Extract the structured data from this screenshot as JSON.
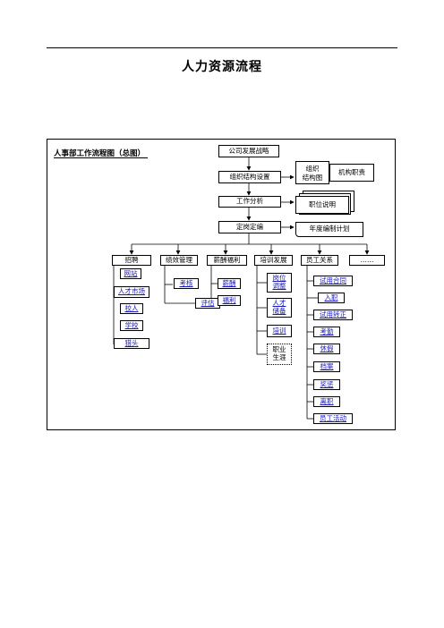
{
  "page_title": "人力资源流程",
  "diagram_title": "人事部工作流程图（总图）",
  "main_flow": {
    "strategy": "公司发展战略",
    "org_setup": "组织结构设置",
    "job_analysis": "工作分析",
    "staffing": "定岗定编"
  },
  "documents": {
    "org_chart_line1": "组织",
    "org_chart_line2": "结构图",
    "dept_duties": "机构职责",
    "job_description": "职位说明",
    "annual_plan": "年度编制计划"
  },
  "branches": {
    "recruit": {
      "label": "招聘",
      "items": [
        "网站",
        "人才市场",
        "校人",
        "学校",
        "猎头"
      ]
    },
    "performance": {
      "label": "绩效管理",
      "items": [
        "考核",
        "评估"
      ]
    },
    "compensation": {
      "label": "薪酬福利",
      "items": [
        "薪酬",
        "福利"
      ]
    },
    "training": {
      "label": "培训发展",
      "items": [
        {
          "l1": "岗位",
          "l2": "调整"
        },
        {
          "l1": "人才",
          "l2": "储备"
        },
        {
          "l1": "培训",
          "l2": ""
        },
        {
          "l1": "职业",
          "l2": "生涯"
        }
      ]
    },
    "relations": {
      "label": "员工关系",
      "items": [
        "试用合同",
        "入职",
        "试用转正",
        "考勤",
        "休假",
        "档案",
        "奖惩",
        "离职",
        "员工活动"
      ]
    },
    "more": {
      "label": "……"
    }
  }
}
